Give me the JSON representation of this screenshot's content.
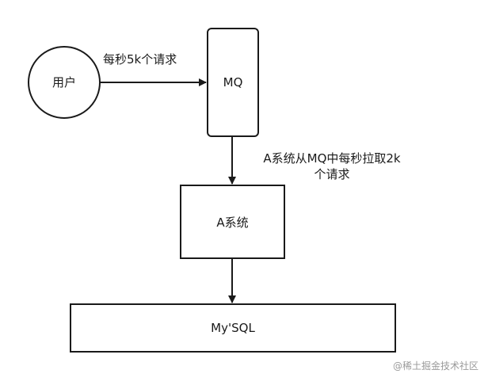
{
  "nodes": {
    "user": "用户",
    "mq": "MQ",
    "system_a": "A系统",
    "mysql": "My'SQL"
  },
  "edges": {
    "user_to_mq": "每秒5k个请求",
    "mq_to_a_line1": "A系统从MQ中每秒拉取2k",
    "mq_to_a_line2": "个请求"
  },
  "watermark": "@稀土掘金技术社区",
  "colors": {
    "stroke": "#1a1a1a",
    "fill": "#ffffff",
    "watermark": "#9a9a9a"
  }
}
